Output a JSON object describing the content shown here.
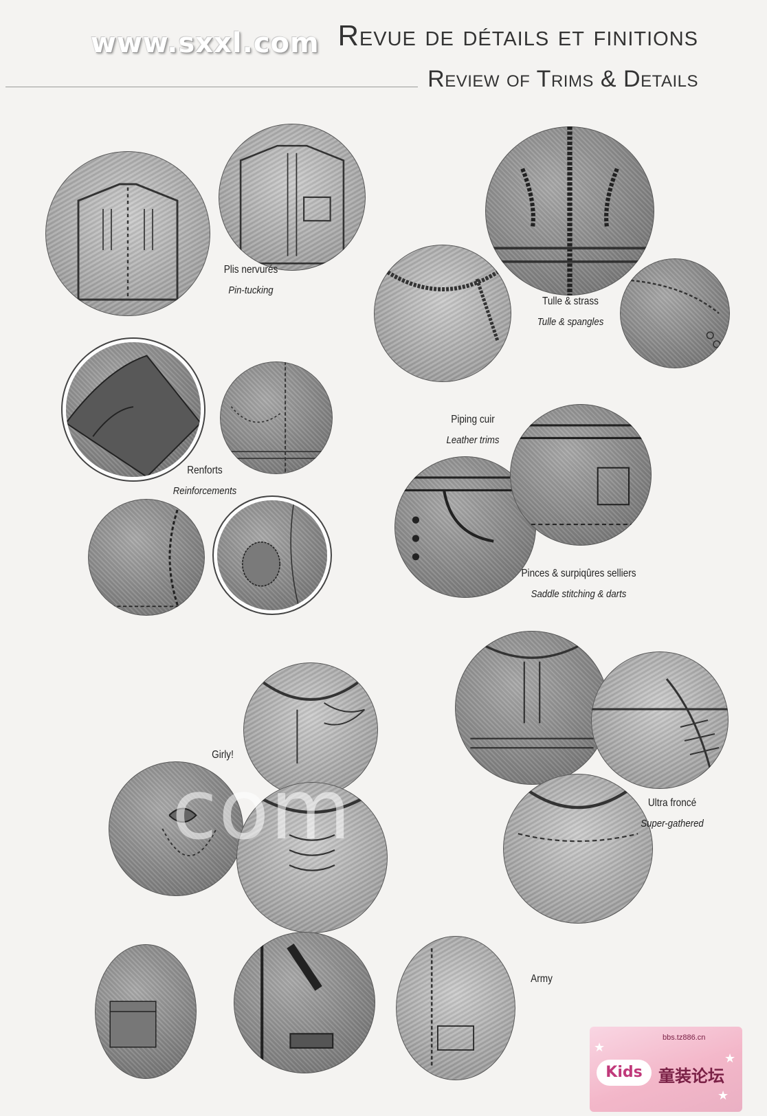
{
  "watermark": "www.sxxl.com",
  "title_fr": "Revue de détails et finitions",
  "title_en": "Review of Trims & Details",
  "labels": {
    "pin_tucking": {
      "fr": "Plis nervurés",
      "en": "Pin-tucking"
    },
    "tulle": {
      "fr": "Tulle & strass",
      "en": "Tulle & spangles"
    },
    "piping": {
      "fr": "Piping cuir",
      "en": "Leather trims"
    },
    "renforts": {
      "fr": "Renforts",
      "en": "Reinforcements"
    },
    "saddle": {
      "fr": "Pinces & surpiqûres selliers",
      "en": "Saddle stitching & darts"
    },
    "girly": {
      "fr": "Girly!"
    },
    "ultra": {
      "fr": "Ultra froncé",
      "en": "Super-gathered"
    },
    "army": {
      "fr": "Army"
    }
  },
  "ghost_mark": "com",
  "logo": {
    "url": "bbs.tz886.cn",
    "brand": "Kids",
    "forum": "童装论坛"
  },
  "icons": [
    "star-icon"
  ]
}
